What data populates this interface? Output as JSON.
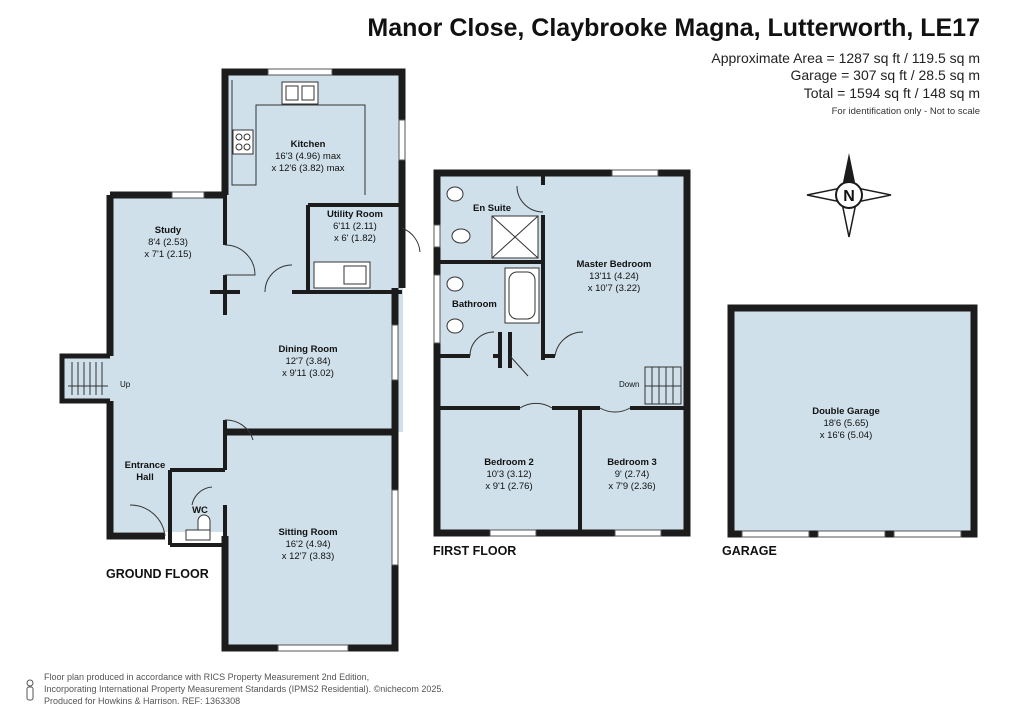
{
  "header": {
    "title": "Manor Close, Claybrooke Magna, Lutterworth, LE17",
    "area_approx": "Approximate Area = 1287 sq ft / 119.5 sq m",
    "area_garage": "Garage = 307 sq ft / 28.5 sq m",
    "area_total": "Total = 1594 sq ft / 148 sq m",
    "note": "For identification only - Not to scale"
  },
  "floors": {
    "ground": "GROUND FLOOR",
    "first": "FIRST FLOOR",
    "garage": "GARAGE"
  },
  "rooms": {
    "kitchen": {
      "name": "Kitchen",
      "dim1": "16'3 (4.96) max",
      "dim2": "x 12'6 (3.82) max"
    },
    "study": {
      "name": "Study",
      "dim1": "8'4 (2.53)",
      "dim2": "x 7'1 (2.15)"
    },
    "utility": {
      "name": "Utility Room",
      "dim1": "6'11 (2.11)",
      "dim2": "x 6' (1.82)"
    },
    "dining": {
      "name": "Dining Room",
      "dim1": "12'7 (3.84)",
      "dim2": "x 9'11 (3.02)"
    },
    "entrance": {
      "name1": "Entrance",
      "name2": "Hall"
    },
    "wc": {
      "name": "WC"
    },
    "sitting": {
      "name": "Sitting Room",
      "dim1": "16'2 (4.94)",
      "dim2": "x 12'7 (3.83)"
    },
    "ensuite": {
      "name": "En Suite"
    },
    "bathroom": {
      "name": "Bathroom"
    },
    "master": {
      "name": "Master Bedroom",
      "dim1": "13'11 (4.24)",
      "dim2": "x 10'7 (3.22)"
    },
    "bed2": {
      "name": "Bedroom 2",
      "dim1": "10'3 (3.12)",
      "dim2": "x 9'1 (2.76)"
    },
    "bed3": {
      "name": "Bedroom 3",
      "dim1": "9' (2.74)",
      "dim2": "x 7'9 (2.36)"
    },
    "garage": {
      "name": "Double Garage",
      "dim1": "18'6 (5.65)",
      "dim2": "x 16'6 (5.04)"
    }
  },
  "stairs": {
    "up": "Up",
    "down": "Down"
  },
  "compass": {
    "letter": "N"
  },
  "footer": {
    "line1": "Floor plan produced in accordance with RICS Property Measurement 2nd Edition,",
    "line2": "Incorporating International Property Measurement Standards (IPMS2 Residential). ©nichecom 2025.",
    "line3": "Produced for Howkins & Harrison.  REF: 1363308"
  },
  "colors": {
    "room_fill": "#cfe0ea",
    "wall": "#1c1c1c"
  }
}
